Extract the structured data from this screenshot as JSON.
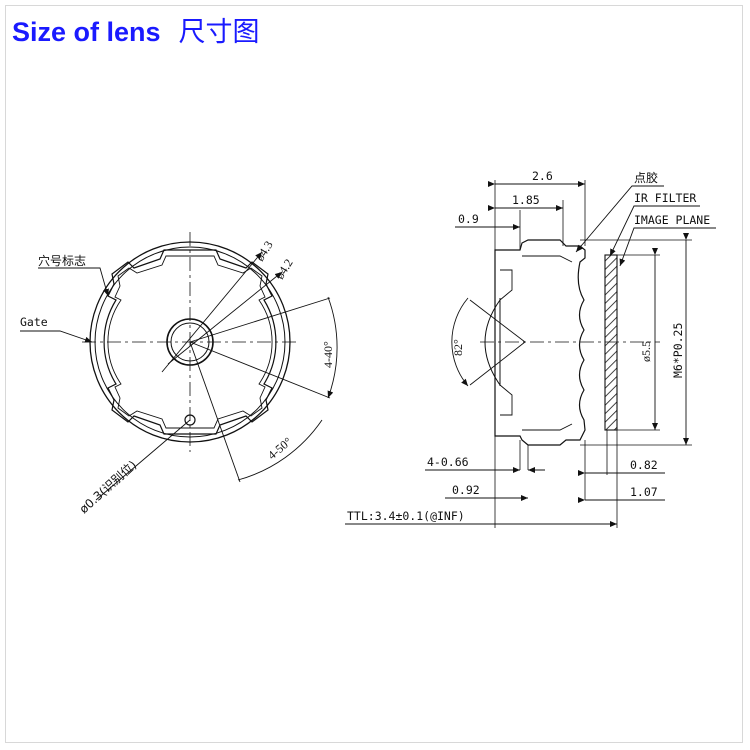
{
  "title": {
    "en": "Size of lens",
    "cn": "尺寸图"
  },
  "front_view": {
    "labels": {
      "hole_mark": "穴号标志",
      "gate": "Gate",
      "dia_43": "ø4.3",
      "dia_42": "ø4.2",
      "angle_40": "4-40°",
      "angle_50": "4-50°",
      "dia_03": "ø0.3(识别位)"
    }
  },
  "side_view": {
    "labels": {
      "glue": "点胶",
      "ir_filter": "IR FILTER",
      "image_plane": "IMAGE PLANE",
      "d_26": "2.6",
      "d_185": "1.85",
      "d_09": "0.9",
      "angle_82": "82°",
      "dia_55": "ø5.5",
      "thread": "M6*P0.25",
      "d_466": "4-0.66",
      "d_092": "0.92",
      "d_082": "0.82",
      "d_107": "1.07",
      "ttl": "TTL:3.4±0.1(@INF)"
    }
  }
}
